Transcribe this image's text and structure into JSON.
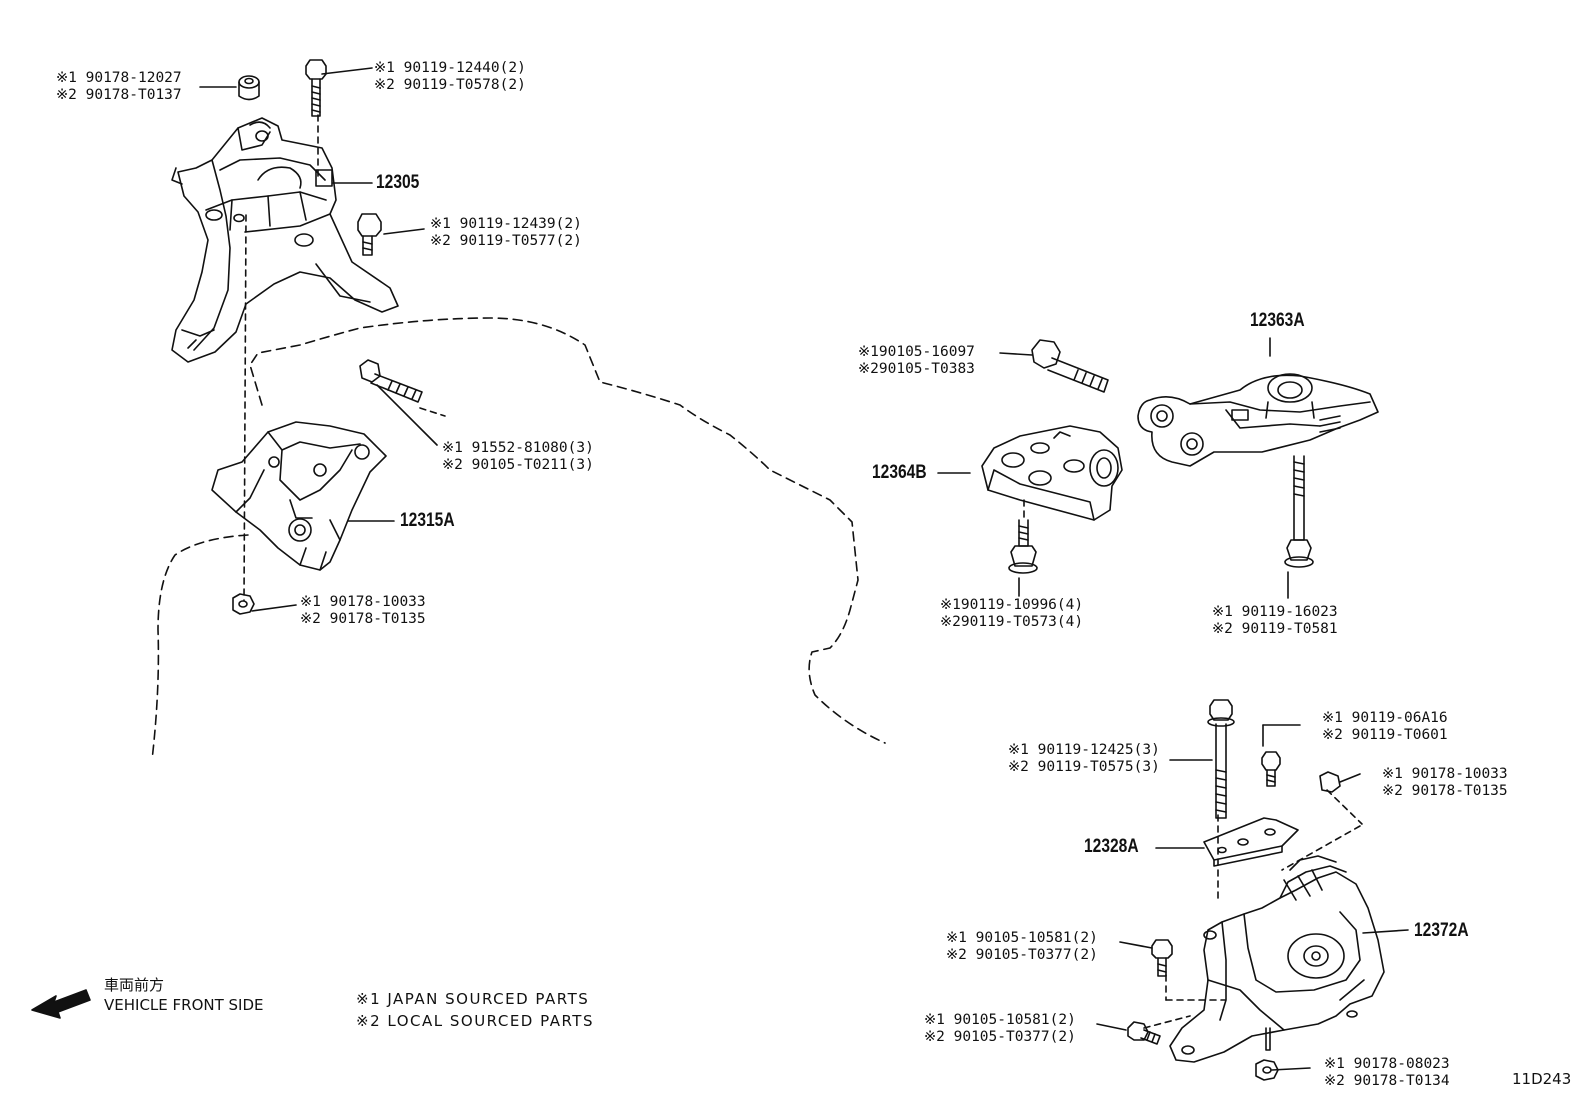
{
  "callouts": {
    "c1": [
      "※1 90178-12027",
      "※2 90178-T0137"
    ],
    "c2": [
      "※1 90119-12440(2)",
      "※2 90119-T0578(2)"
    ],
    "c3": [
      "※1 90119-12439(2)",
      "※2 90119-T0577(2)"
    ],
    "c4": [
      "※1 91552-81080(3)",
      "※2 90105-T0211(3)"
    ],
    "c5": [
      "※1 90178-10033",
      "※2 90178-T0135"
    ],
    "c6": [
      "※190105-16097",
      "※290105-T0383"
    ],
    "c7": [
      "※190119-10996(4)",
      "※290119-T0573(4)"
    ],
    "c8": [
      "※1 90119-16023",
      "※2 90119-T0581"
    ],
    "c9": [
      "※1 90119-06A16",
      "※2 90119-T0601"
    ],
    "c10": [
      "※1 90119-12425(3)",
      "※2 90119-T0575(3)"
    ],
    "c11": [
      "※1 90178-10033",
      "※2 90178-T0135"
    ],
    "c12": [
      "※1 90105-10581(2)",
      "※2 90105-T0377(2)"
    ],
    "c13": [
      "※1 90105-10581(2)",
      "※2 90105-T0377(2)"
    ],
    "c14": [
      "※1 90178-08023",
      "※2 90178-T0134"
    ]
  },
  "parts": {
    "p12305": "12305",
    "p12315A": "12315A",
    "p12363A": "12363A",
    "p12364B": "12364B",
    "p12328A": "12328A",
    "p12372A": "12372A"
  },
  "legend": {
    "japan": "※1 JAPAN SOURCED PARTS",
    "local": "※2 LOCAL SOURCED PARTS"
  },
  "direction": {
    "jp": "車両前方",
    "en": "VEHICLE FRONT SIDE"
  },
  "diagram_code": "11D243"
}
